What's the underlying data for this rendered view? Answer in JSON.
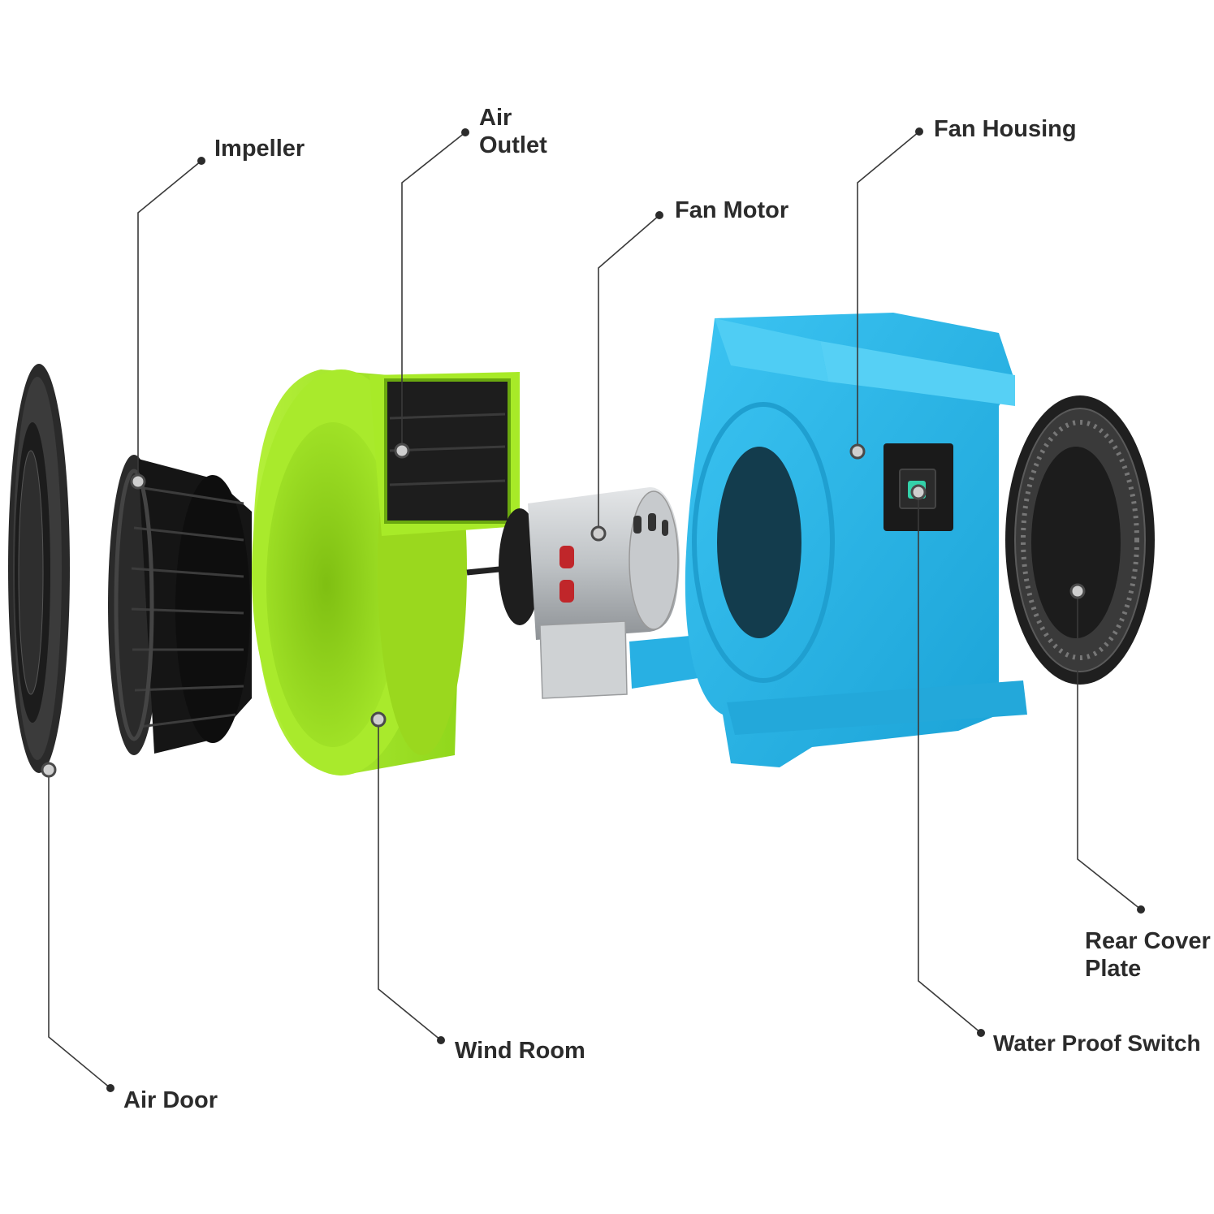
{
  "diagram": {
    "parts": [
      {
        "id": "impeller",
        "label": "Impeller"
      },
      {
        "id": "air-outlet",
        "label_lines": [
          "Air",
          "Outlet"
        ]
      },
      {
        "id": "fan-motor",
        "label": "Fan Motor"
      },
      {
        "id": "fan-housing",
        "label": "Fan Housing"
      },
      {
        "id": "rear-cover-plate",
        "label_lines": [
          "Rear Cover",
          "Plate"
        ]
      },
      {
        "id": "water-proof-switch",
        "label": "Water Proof Switch"
      },
      {
        "id": "wind-room",
        "label": "Wind Room"
      },
      {
        "id": "air-door",
        "label": "Air Door"
      }
    ],
    "colors": {
      "wind_room": "#9be21f",
      "fan_housing": "#2bb5e8",
      "impeller": "#1e1e1e",
      "motor": "#b9bcbf",
      "text": "#2b2b2b"
    }
  }
}
